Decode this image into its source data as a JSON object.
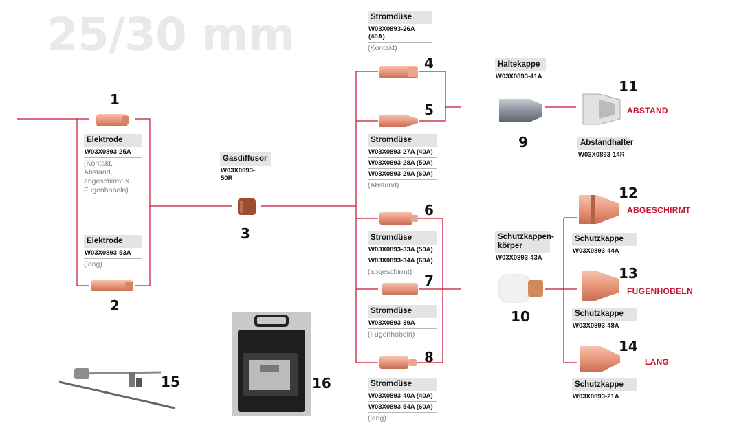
{
  "title": "25/30 mm",
  "colors": {
    "line": "#c8102e",
    "copper": "#e39a7e",
    "header_bg": "#e4e4e4",
    "note": "#808080"
  },
  "parts": {
    "p1": {
      "num": "1",
      "header": "Elektrode",
      "codes": [
        "W03X0893-25A"
      ],
      "note": "(Kontakt,\nAbstand,\nabgeschirmt &\nFugenhobeln)."
    },
    "p2": {
      "num": "2",
      "header": "Elektrode",
      "codes": [
        "W03X0893-53A"
      ],
      "note": "(lang)"
    },
    "p3": {
      "num": "3",
      "header": "Gasdiffusor",
      "codes": [
        "W03X0893-\n50R"
      ]
    },
    "p4": {
      "num": "4",
      "header": "Stromdüse",
      "codes": [
        "W03X0893-26A\n(40A)"
      ],
      "note": "(Kontakt)"
    },
    "p5": {
      "num": "5",
      "header": "Stromdüse",
      "codes": [
        "W03X0893-27A (40A)",
        "W03X0893-28A (50A)",
        "W03X0893-29A (60A)"
      ],
      "note": "(Abstand)"
    },
    "p6": {
      "num": "6",
      "header": "Stromdüse",
      "codes": [
        "W03X0893-33A (50A)",
        "W03X0893-34A (60A)"
      ],
      "note": "(abgeschirmt)"
    },
    "p7": {
      "num": "7",
      "header": "Stromdüse",
      "codes": [
        "W03X0893-39A"
      ],
      "note": "(Fugenhobeln)"
    },
    "p8": {
      "num": "8",
      "header": "Stromdüse",
      "codes": [
        "W03X0893-40A (40A)",
        "W03X0893-54A (60A)"
      ],
      "note": "(lang)"
    },
    "p9": {
      "num": "9",
      "header": "Haltekappe",
      "codes": [
        "W03X0893-41A"
      ]
    },
    "p10": {
      "num": "10",
      "header": "Schutzkappen-\nkörper",
      "codes": [
        "W03X0893-43A"
      ]
    },
    "p11": {
      "num": "11",
      "header": "Abstandhalter",
      "codes": [
        "W03X0893-14R"
      ],
      "tag": "ABSTAND"
    },
    "p12": {
      "num": "12",
      "header": "Schutzkappe",
      "codes": [
        "W03X0893-44A"
      ],
      "tag": "ABGESCHIRMT"
    },
    "p13": {
      "num": "13",
      "header": "Schutzkappe",
      "codes": [
        "W03X0893-48A"
      ],
      "tag": "FUGENHOBELN"
    },
    "p14": {
      "num": "14",
      "header": "Schutzkappe",
      "codes": [
        "W03X0893-21A"
      ],
      "tag": "LANG"
    },
    "p15": {
      "num": "15"
    },
    "p16": {
      "num": "16"
    }
  }
}
